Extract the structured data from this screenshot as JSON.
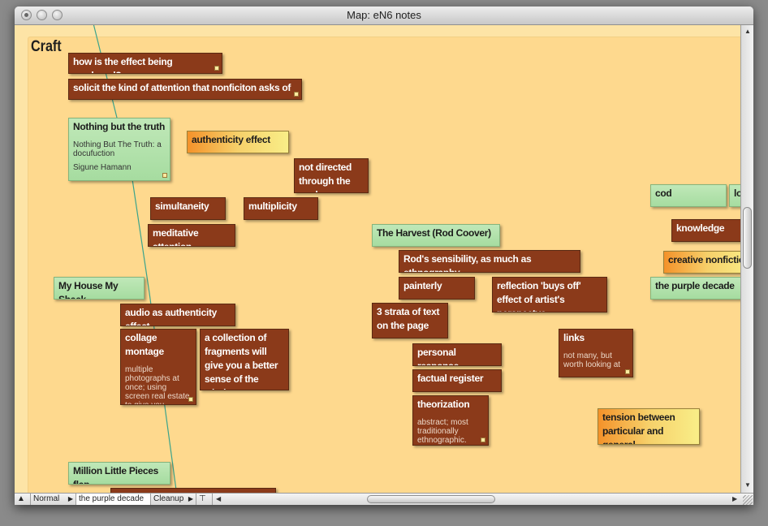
{
  "window": {
    "title": "Map: eN6 notes"
  },
  "container": {
    "label": "Craft"
  },
  "notes": [
    {
      "id": "how-effect",
      "label": "how is the effect being produced?"
    },
    {
      "id": "solicit",
      "label": "solicit the kind of attention that nonficiton asks of us"
    },
    {
      "id": "nothing-truth",
      "label": "Nothing but the truth",
      "sub1": "Nothing But The Truth: a docufuction",
      "sub2": "Sigune Hamann"
    },
    {
      "id": "authenticity",
      "label": "authenticity effect"
    },
    {
      "id": "not-directed",
      "label": "not directed through the work"
    },
    {
      "id": "simultaneity",
      "label": "simultaneity"
    },
    {
      "id": "multiplicity",
      "label": "multiplicity"
    },
    {
      "id": "meditative",
      "label": "meditative attention"
    },
    {
      "id": "my-house",
      "label": "My House My Shack"
    },
    {
      "id": "audio",
      "label": "audio as authenticity effect"
    },
    {
      "id": "collage",
      "label": "collage montage",
      "sub1": "multiple photographs at once; using screen real estate to give you multiple points of view at one time"
    },
    {
      "id": "fragments",
      "label": "a collection of fragments will give you a better sense of the whole"
    },
    {
      "id": "million",
      "label": "Million Little Pieces flap"
    },
    {
      "id": "harvest",
      "label": "The Harvest (Rod Coover)"
    },
    {
      "id": "rods",
      "label": "Rod's sensibility, as much as ethnography"
    },
    {
      "id": "painterly",
      "label": "painterly"
    },
    {
      "id": "reflection",
      "label": "reflection 'buys off' effect of artist's perspectve"
    },
    {
      "id": "strata",
      "label": "3 strata of text on the page"
    },
    {
      "id": "links",
      "label": "links",
      "sub1": "not many, but worth looking at"
    },
    {
      "id": "personal",
      "label": "personal response"
    },
    {
      "id": "factual",
      "label": "factual register"
    },
    {
      "id": "theorization",
      "label": "theorization",
      "sub1": "abstract; most traditionally ethnographic."
    },
    {
      "id": "tension",
      "label": "tension between particular and general"
    },
    {
      "id": "cod",
      "label": "cod"
    },
    {
      "id": "lo",
      "label": "lo"
    },
    {
      "id": "knowledge",
      "label": "knowledge"
    },
    {
      "id": "creative",
      "label": "creative nonfiction is"
    },
    {
      "id": "purple",
      "label": "the purple decade"
    }
  ],
  "bottombar": {
    "mode": "Normal",
    "path": "the purple decade",
    "cleanup": "Cleanup"
  },
  "colors": {
    "note_brown": "#8b3a1a",
    "note_green": "#b4e2ad",
    "note_orange": "#f4922a",
    "map_background": "#fed98e",
    "link_line": "#3aa38c"
  }
}
